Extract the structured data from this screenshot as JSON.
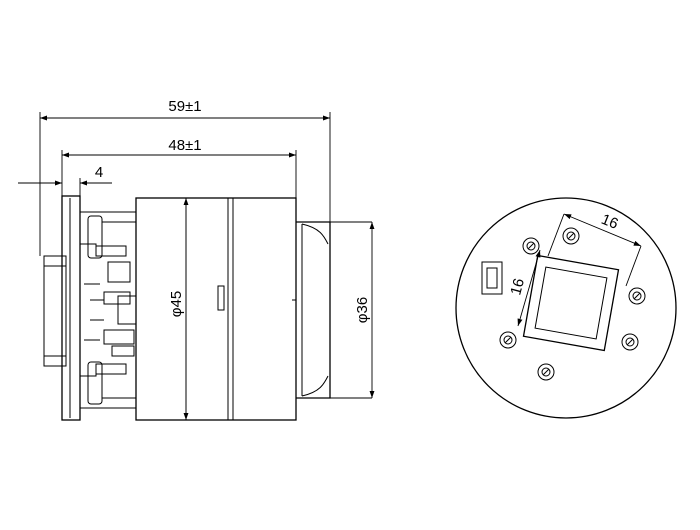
{
  "dimensions": {
    "overall_length": "59±1",
    "body_length": "48±1",
    "flange_thickness": "4",
    "body_diameter": "φ45",
    "nose_diameter": "φ36",
    "window_width": "16",
    "window_height": "16"
  }
}
